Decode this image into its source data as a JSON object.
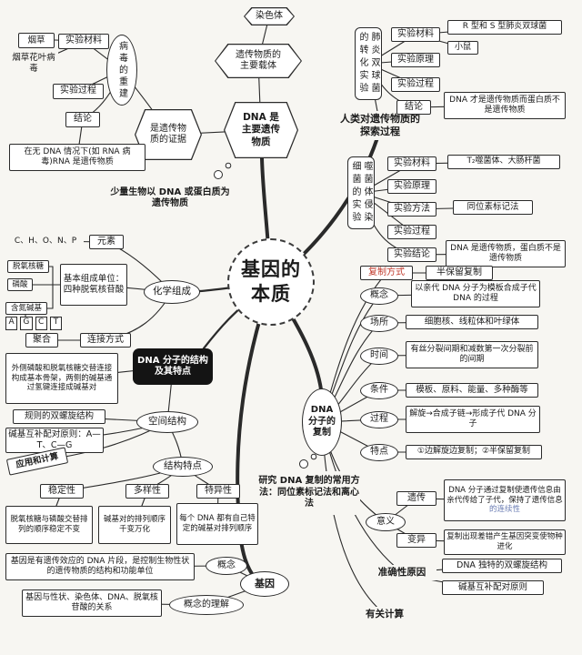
{
  "colors": {
    "ink": "#1a1a1a",
    "accent_red": "#c0392b",
    "accent_blue": "#6b7db3",
    "node_fill": "#ffffff",
    "dark_node_bg": "#141414",
    "paper": "#f7f6f2"
  },
  "center": {
    "title": "基因的本质"
  },
  "top": {
    "chromosome": "染色体",
    "carrier": "遗传物质的主要载体",
    "dna_is_main": "DNA 是主要遗传物质",
    "evidence": "是遗传物质的证据",
    "note": "少量生物以 DNA 或蛋白质为遗传物质"
  },
  "virus": {
    "title": "病毒的重建",
    "material_label": "实验材料",
    "material_1": "烟草",
    "material_2": "烟草花叶病毒",
    "process_label": "实验过程",
    "conclusion_label": "结论",
    "conclusion": "在无 DNA 情况下(如 RNA 病毒)RNA 是遗传物质"
  },
  "explore": {
    "title": "人类对遗传物质的探索过程",
    "pneumonia": {
      "title": "肺炎双球菌的转化实验",
      "material_label": "实验材料",
      "material_1": "R 型和 S 型肺炎双球菌",
      "material_2": "小鼠",
      "principle_label": "实验原理",
      "process_label": "实验过程",
      "conclusion_label": "结论",
      "conclusion": "DNA 才是遗传物质而蛋白质不是遗传物质"
    },
    "phage": {
      "title": "噬菌体侵染细菌的实验",
      "material_label": "实验材料",
      "material": "T₂噬菌体、大肠杆菌",
      "principle_label": "实验原理",
      "method_label": "实验方法",
      "method": "同位素标记法",
      "process_label": "实验过程",
      "conclusion_label": "实验结论",
      "conclusion": "DNA 是遗传物质，蛋白质不是遗传物质"
    }
  },
  "chemistry": {
    "title": "化学组成",
    "element_label": "元素",
    "elements": "C、H、O、N、P",
    "unit": "基本组成单位：四种脱氧核苷酸",
    "unit_parts": [
      "脱氧核糖",
      "磷酸",
      "含氮碱基"
    ],
    "bases": [
      "A",
      "G",
      "C",
      "T"
    ],
    "link_label": "连接方式",
    "link": "聚合"
  },
  "structure": {
    "title": "DNA 分子的结构及其特点",
    "backbone": "外侧磷酸和脱氧核糖交替连接构成基本骨架，两侧的碱基通过氢键连接成碱基对",
    "spatial_label": "空间结构",
    "helix": "规则的双螺旋结构",
    "pairing": "碱基互补配对原则：A—T、C—G",
    "application": "应用和计算",
    "features_label": "结构特点",
    "features": [
      {
        "name": "稳定性",
        "desc": "脱氧核糖与磷酸交替排列的顺序稳定不变"
      },
      {
        "name": "多样性",
        "desc": "碱基对的排列顺序千变万化"
      },
      {
        "name": "特异性",
        "desc": "每个 DNA 都有自己特定的碱基对排列顺序"
      }
    ]
  },
  "replication": {
    "title": "DNA 分子的复制",
    "items": [
      {
        "label": "复制方式",
        "content": "半保留复制"
      },
      {
        "label": "概念",
        "content": "以亲代 DNA 分子为模板合成子代 DNA 的过程"
      },
      {
        "label": "场所",
        "content": "细胞核、线粒体和叶绿体"
      },
      {
        "label": "时间",
        "content": "有丝分裂间期和减数第一次分裂前的间期"
      },
      {
        "label": "条件",
        "content": "模板、原料、能量、多种酶等"
      },
      {
        "label": "过程",
        "content": "解旋→合成子链→形成子代 DNA 分子"
      },
      {
        "label": "特点",
        "content": "①边解旋边复制；②半保留复制"
      }
    ],
    "research_note": "研究 DNA 复制的常用方法：同位素标记法和离心法",
    "significance_label": "意义",
    "heredity_label": "遗传",
    "heredity_a": "DNA 分子通过复制使遗传信息由亲代传给了子代，保持了遗传信息",
    "heredity_b": "的连续性",
    "variation_label": "变异",
    "variation": "复制出现差错产生基因突变使物种进化",
    "accuracy_label": "准确性原因",
    "accuracy_reasons": [
      "DNA 独特的双螺旋结构",
      "碱基互补配对原则"
    ],
    "calculation_label": "有关计算"
  },
  "gene": {
    "title": "基因",
    "concept_label": "概念",
    "concept": "基因是有遗传效应的 DNA 片段，是控制生物性状的遗传物质的结构和功能单位",
    "understanding_label": "概念的理解",
    "understanding": "基因与性状、染色体、DNA、脱氧核苷酸的关系"
  }
}
